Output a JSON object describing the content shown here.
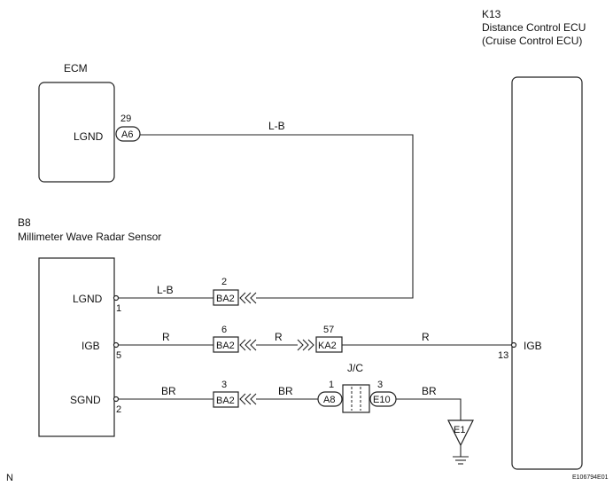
{
  "k13": {
    "code": "K13",
    "name": "Distance Control ECU",
    "alt_name": "(Cruise Control ECU)",
    "terminal": "IGB",
    "pin": "13"
  },
  "ecm": {
    "name": "ECM",
    "terminal": "LGND",
    "connector": "A6",
    "pin": "29"
  },
  "b8": {
    "code": "B8",
    "name": "Millimeter Wave Radar Sensor",
    "terminals": [
      {
        "label": "LGND",
        "pin": "1"
      },
      {
        "label": "IGB",
        "pin": "5"
      },
      {
        "label": "SGND",
        "pin": "2"
      }
    ]
  },
  "connectors": {
    "ba2_lgnd": {
      "code": "BA2",
      "pin": "2"
    },
    "ba2_igb": {
      "code": "BA2",
      "pin": "6"
    },
    "ka2": {
      "code": "KA2",
      "pin": "57"
    },
    "ba2_sgnd": {
      "code": "BA2",
      "pin": "3"
    }
  },
  "jc": {
    "label": "J/C",
    "left": {
      "code": "A8",
      "pin": "1"
    },
    "right": {
      "code": "E10",
      "pin": "3"
    }
  },
  "wires": {
    "ecm_lgnd": "L-B",
    "b8_lgnd": "L-B",
    "igb_1": "R",
    "igb_2": "R",
    "igb_3": "R",
    "sgnd_1": "BR",
    "sgnd_2": "BR",
    "sgnd_3": "BR"
  },
  "ground": {
    "code": "E1"
  },
  "footer": {
    "left": "N",
    "right": "E106794E01"
  }
}
